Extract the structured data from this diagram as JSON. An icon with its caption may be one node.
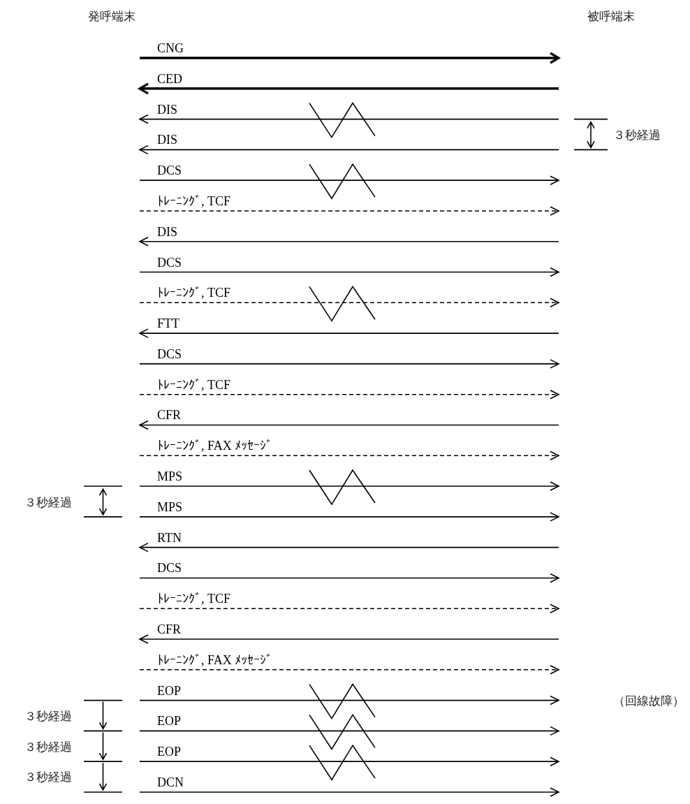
{
  "diagram": {
    "nodes": [
      {
        "text": [
          "発呼端末"
        ]
      },
      {
        "text": [
          "被呼端末"
        ]
      }
    ],
    "edges": [
      {
        "from": 0,
        "to": 1,
        "arrow": "to",
        "label": "CNG",
        "style": "thick"
      },
      {
        "from": 1,
        "to": 0,
        "arrow": "to",
        "label": "CED",
        "style": "thick"
      },
      {
        "from": 1,
        "to": 0,
        "arrow": "to",
        "label": "DIS"
      },
      {
        "from": 1,
        "to": 0,
        "arrow": "to",
        "label": "DIS"
      },
      {
        "from": 0,
        "to": 1,
        "arrow": "to",
        "label": "DCS"
      },
      {
        "from": 0,
        "to": 1,
        "arrow": "to",
        "label": "ﾄﾚｰﾆﾝｸﾞ, TCF",
        "style": "dashed"
      },
      {
        "from": 1,
        "to": 0,
        "arrow": "to",
        "label": "DIS"
      },
      {
        "from": 0,
        "to": 1,
        "arrow": "to",
        "label": "DCS"
      },
      {
        "from": 0,
        "to": 1,
        "arrow": "to",
        "label": "ﾄﾚｰﾆﾝｸﾞ, TCF",
        "style": "dashed"
      },
      {
        "from": 1,
        "to": 0,
        "arrow": "to",
        "label": "FTT"
      },
      {
        "from": 0,
        "to": 1,
        "arrow": "to",
        "label": "DCS"
      },
      {
        "from": 0,
        "to": 1,
        "arrow": "to",
        "label": "ﾄﾚｰﾆﾝｸﾞ, TCF",
        "style": "dashed"
      },
      {
        "from": 1,
        "to": 0,
        "arrow": "to",
        "label": "CFR"
      },
      {
        "from": 0,
        "to": 1,
        "arrow": "to",
        "label": "ﾄﾚｰﾆﾝｸﾞ, FAX ﾒｯｾｰｼﾞ",
        "style": "dashed"
      },
      {
        "from": 0,
        "to": 1,
        "arrow": "to",
        "label": "MPS"
      },
      {
        "from": 0,
        "to": 1,
        "arrow": "to",
        "label": "MPS"
      },
      {
        "from": 1,
        "to": 0,
        "arrow": "to",
        "label": "RTN"
      },
      {
        "from": 0,
        "to": 1,
        "arrow": "to",
        "label": "DCS"
      },
      {
        "from": 0,
        "to": 1,
        "arrow": "to",
        "label": "ﾄﾚｰﾆﾝｸﾞ, TCF",
        "style": "dashed"
      },
      {
        "from": 1,
        "to": 0,
        "arrow": "to",
        "label": "CFR"
      },
      {
        "from": 0,
        "to": 1,
        "arrow": "to",
        "label": "ﾄﾚｰﾆﾝｸﾞ, FAX ﾒｯｾｰｼﾞ",
        "style": "dashed"
      },
      {
        "from": 0,
        "to": 1,
        "arrow": "to",
        "label": "EOP"
      },
      {
        "from": 0,
        "to": 1,
        "arrow": "to",
        "label": "EOP"
      },
      {
        "from": 0,
        "to": 1,
        "arrow": "to",
        "label": "EOP"
      },
      {
        "from": 0,
        "to": 1,
        "arrow": "to",
        "label": "DCN"
      }
    ],
    "labels": [
      "３秒経過",
      "３秒経過",
      "（回線故障）",
      "３秒経過",
      "３秒経過",
      "３秒経過"
    ]
  }
}
